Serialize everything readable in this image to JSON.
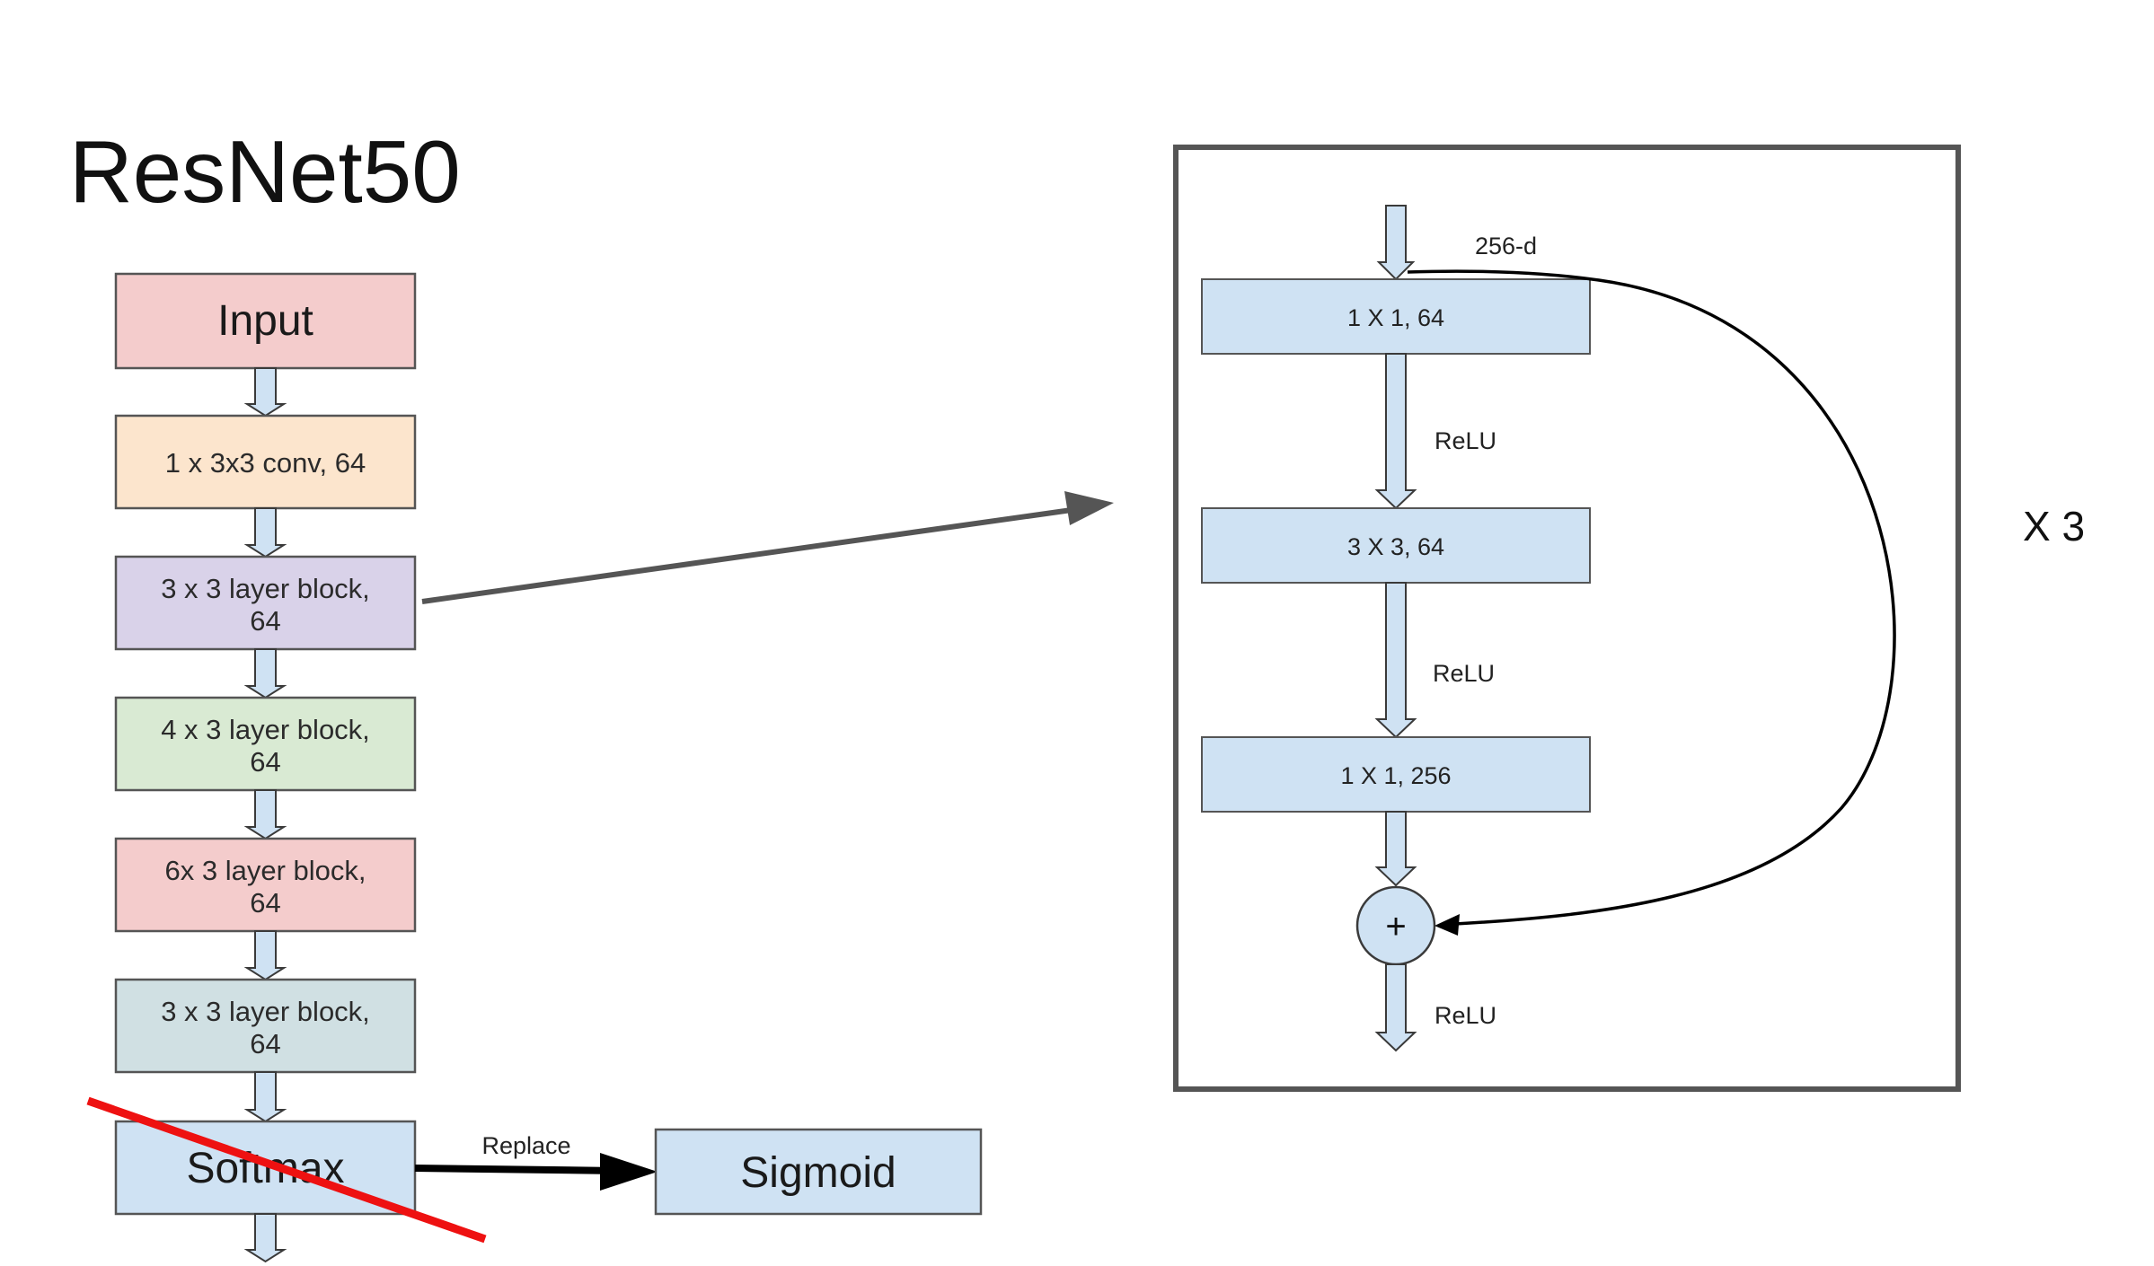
{
  "title": "ResNet50",
  "colors": {
    "input": "#f4cccc",
    "conv": "#fce5cd",
    "block1": "#d9d2e9",
    "block2": "#d9ead3",
    "block3": "#f4cccc",
    "block4": "#d0e0e3",
    "softmax": "#cfe2f3",
    "sigmoid": "#cfe2f3",
    "inner_box": "#cfe2f3",
    "strike": "#ee1111",
    "frame": "#555555"
  },
  "stack": {
    "input": "Input",
    "conv": "1 x 3x3 conv, 64",
    "block1": [
      "3 x 3 layer block,",
      "64"
    ],
    "block2": [
      "4 x 3 layer block,",
      "64"
    ],
    "block3": [
      "6x 3 layer block,",
      "64"
    ],
    "block4": [
      "3 x 3 layer block,",
      "64"
    ],
    "softmax": "Softmax",
    "replace_label": "Replace",
    "sigmoid": "Sigmoid"
  },
  "detail": {
    "input_dim": "256-d",
    "box1": "1 X 1, 64",
    "box2": "3 X 3, 64",
    "box3": "1 X 1, 256",
    "relu1": "ReLU",
    "relu2": "ReLU",
    "relu3": "ReLU",
    "plus": "+",
    "repeat": "X 3"
  }
}
